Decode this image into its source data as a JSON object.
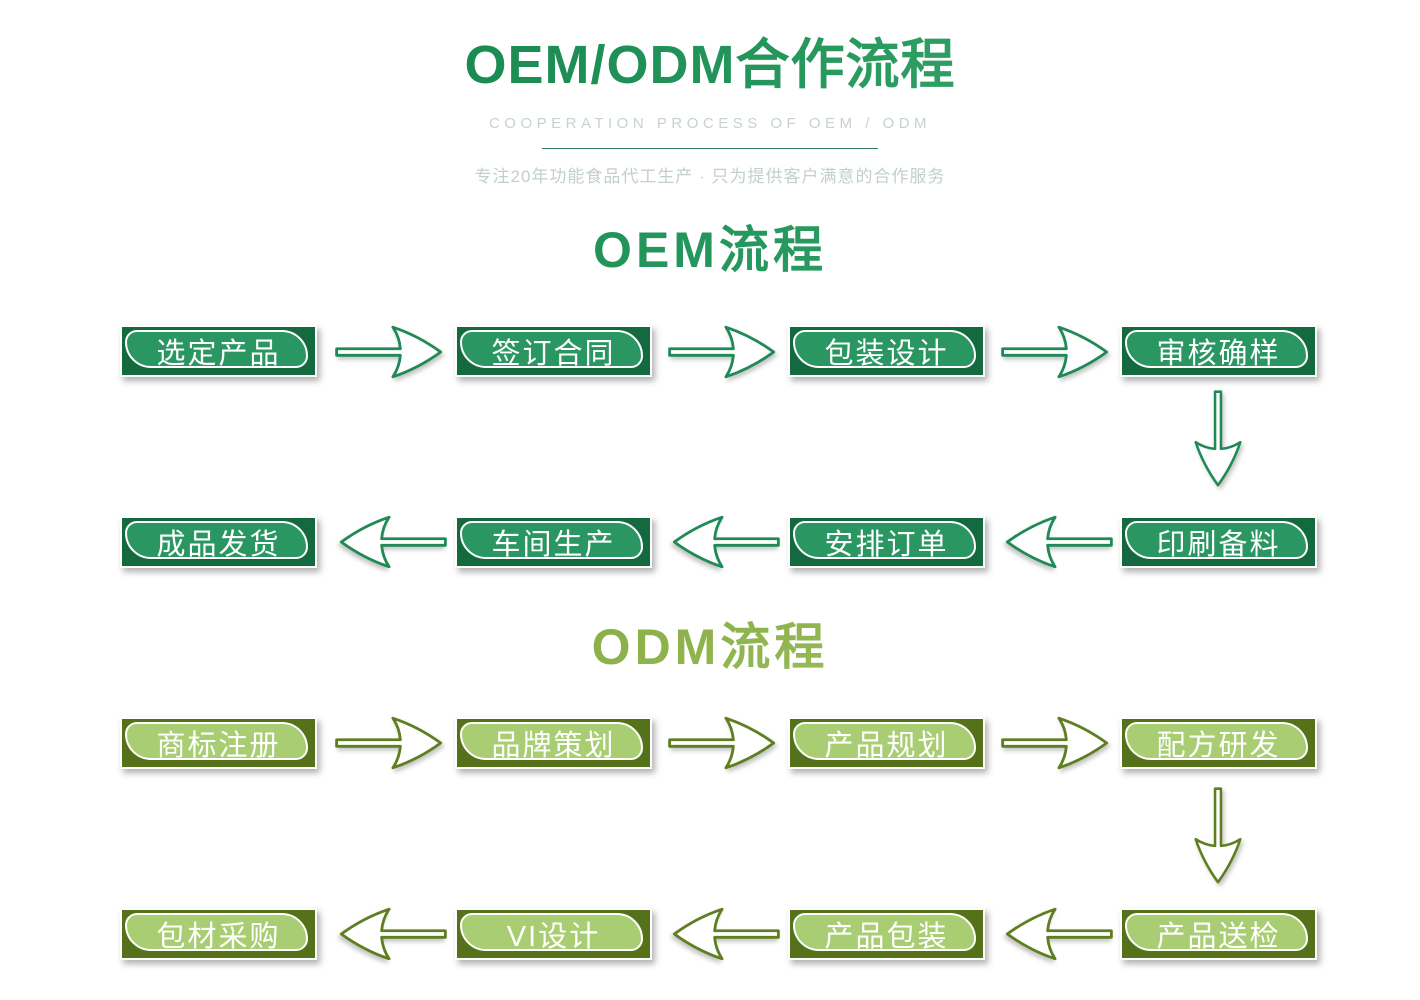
{
  "header": {
    "title": "OEM/ODM合作流程",
    "subtitle": "COOPERATION PROCESS OF OEM / ODM",
    "tagline": "专注20年功能食品代工生产 · 只为提供客户满意的合作服务"
  },
  "oem": {
    "heading": "OEM流程",
    "row1": [
      "选定产品",
      "签订合同",
      "包装设计",
      "审核确样"
    ],
    "row2": [
      "成品发货",
      "车间生产",
      "安排订单",
      "印刷备料"
    ],
    "flow_direction": {
      "row1": "left-to-right",
      "connector": "down",
      "row2": "right-to-left"
    }
  },
  "odm": {
    "heading": "ODM流程",
    "row1": [
      "商标注册",
      "品牌策划",
      "产品规划",
      "配方研发"
    ],
    "row2": [
      "包材采购",
      "VI设计",
      "产品包装",
      "产品送检"
    ],
    "flow_direction": {
      "row1": "left-to-right",
      "connector": "down",
      "row2": "right-to-left"
    }
  },
  "colors": {
    "oem_box_fill": "#2a9662",
    "oem_box_edge": "#15693f",
    "odm_box_fill": "#a9cd72",
    "odm_box_edge": "#55721b",
    "oem_arrow_stroke": "#1f8a55",
    "odm_arrow_stroke": "#5e7e20",
    "title_gradient_start": "#0d7a44",
    "title_gradient_end": "#45b274",
    "odm_heading_gradient_start": "#769c34",
    "odm_heading_gradient_end": "#a9cd70",
    "subtitle_text": "#c6d3cc",
    "divider_line": "#2f7c63"
  }
}
